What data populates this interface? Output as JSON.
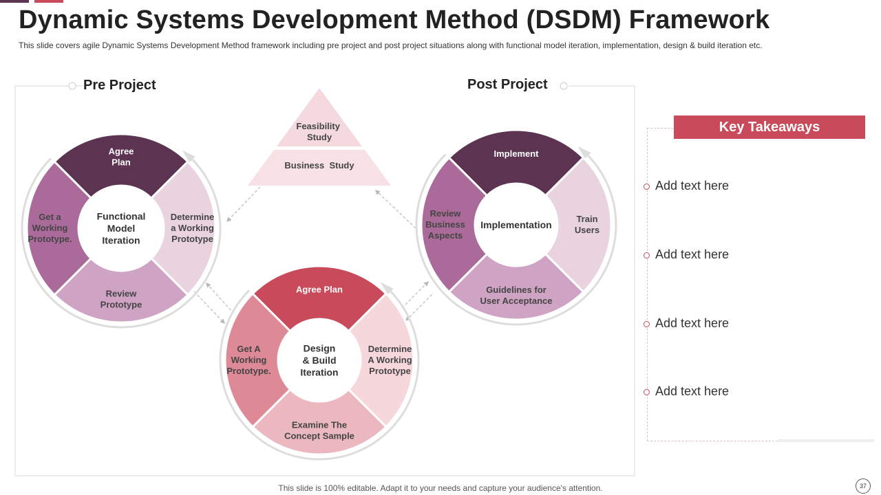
{
  "slide": {
    "title": "Dynamic Systems Development Method (DSDM) Framework",
    "subtitle": "This slide covers agile Dynamic Systems Development Method framework including pre project and post project situations along with functional model iteration, implementation, design & build iteration etc.",
    "footer": "This slide is 100% editable. Adapt it to your needs and capture your audience's attention.",
    "page_number": "37"
  },
  "sections": {
    "pre_project": "Pre Project",
    "post_project": "Post Project"
  },
  "pyramid": {
    "top": [
      "Feasibility",
      "Study"
    ],
    "bottom": "Business  Study",
    "colors": {
      "top": "#f4d9de",
      "bottom": "#f8e1e5"
    }
  },
  "cycles": {
    "functional_model": {
      "center": [
        "Functional",
        "Model",
        "Iteration"
      ],
      "segments": [
        {
          "label": [
            "Agree",
            "Plan"
          ],
          "color": "#5c3350",
          "text_color": "#ffffff"
        },
        {
          "label": [
            "Determine",
            "a Working",
            "Prototype"
          ],
          "color": "#e8d3de",
          "text_color": "#444444"
        },
        {
          "label": [
            "Review",
            "Prototype"
          ],
          "color": "#cfa3c3",
          "text_color": "#444444"
        },
        {
          "label": [
            "Get a",
            "Working",
            "Prototype."
          ],
          "color": "#ab6b9a",
          "text_color": "#444444"
        }
      ]
    },
    "design_build": {
      "center": [
        "Design",
        "& Build",
        "Iteration"
      ],
      "segments": [
        {
          "label": [
            "Agree Plan"
          ],
          "color": "#c94a5a",
          "text_color": "#ffffff"
        },
        {
          "label": [
            "Determine",
            "A Working",
            "Prototype"
          ],
          "color": "#f6d7dc",
          "text_color": "#444444"
        },
        {
          "label": [
            "Examine The",
            "Concept Sample"
          ],
          "color": "#ebb8c0",
          "text_color": "#444444"
        },
        {
          "label": [
            "Get A",
            "Working",
            "Prototype."
          ],
          "color": "#de8a96",
          "text_color": "#444444"
        }
      ]
    },
    "implementation": {
      "center": [
        "Implementation"
      ],
      "segments": [
        {
          "label": [
            "Implement"
          ],
          "color": "#5c3350",
          "text_color": "#ffffff"
        },
        {
          "label": [
            "Train",
            "Users"
          ],
          "color": "#e8d3de",
          "text_color": "#444444"
        },
        {
          "label": [
            "Guidelines for",
            "User Acceptance"
          ],
          "color": "#cfa3c3",
          "text_color": "#444444"
        },
        {
          "label": [
            "Review",
            "Business",
            "Aspects"
          ],
          "color": "#ab6b9a",
          "text_color": "#444444"
        }
      ]
    }
  },
  "key_takeaways": {
    "header": "Key Takeaways",
    "items": [
      "Add text here",
      "Add text here",
      "Add text here",
      "Add text here"
    ]
  },
  "colors": {
    "frame": "#d9d9d9",
    "ring": "#dddddd",
    "arrow": "#b9b9b9",
    "accent": "#c94a5a",
    "dark_accent": "#5c3350"
  }
}
